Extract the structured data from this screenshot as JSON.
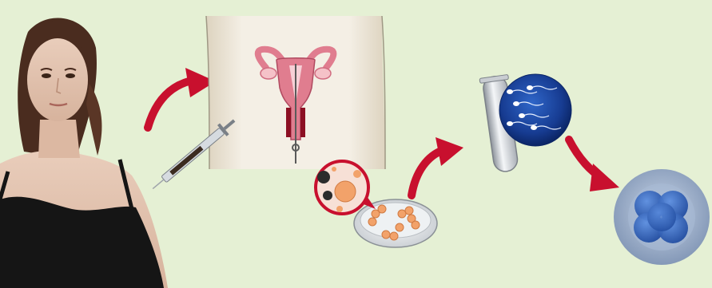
{
  "diagram": {
    "steps": [
      {
        "id": "woman",
        "icon": "woman-portrait"
      },
      {
        "id": "egg-retrieval",
        "icon": "uterus-syringe-icon"
      },
      {
        "id": "egg-collection",
        "icon": "petri-dish-icon"
      },
      {
        "id": "fertilization",
        "icon": "sperm-test-tube-icon"
      },
      {
        "id": "embryo",
        "icon": "embryo-icon"
      }
    ],
    "colors": {
      "background": "#e5f0d4",
      "arrow": "#c8102e",
      "uterus": "#e07d8f",
      "egg": "#f2a26a",
      "sperm_bg": "#1a3d8f",
      "embryo": "#2f5fb5"
    }
  }
}
